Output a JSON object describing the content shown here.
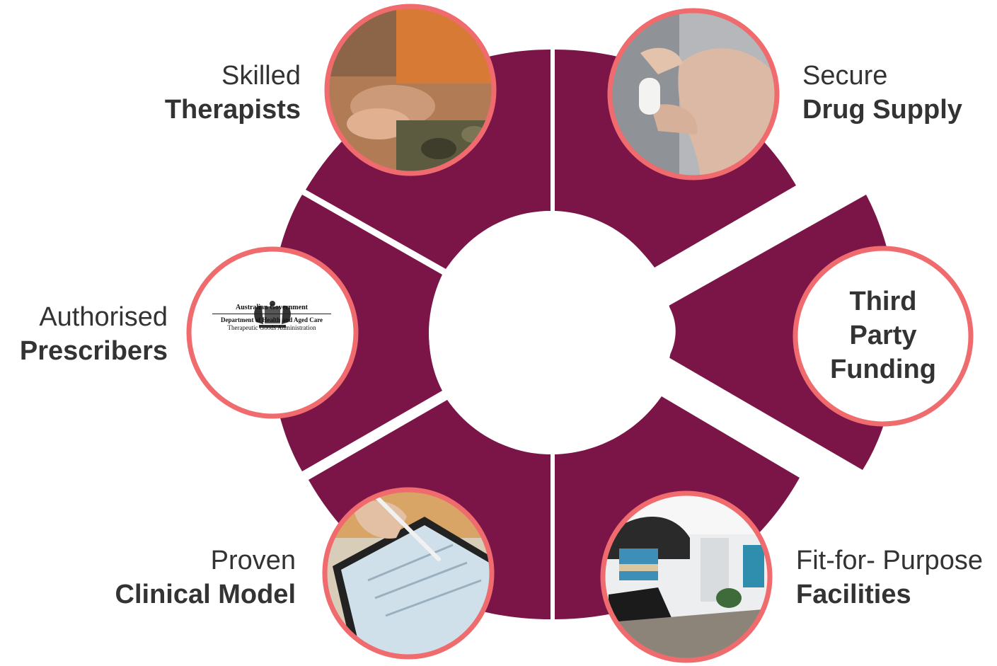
{
  "colors": {
    "segment": "#7c1547",
    "ring": "#ef6b6e",
    "text": "#333333"
  },
  "segments": [
    {
      "id": "skilled-therapists",
      "line1": "Skilled",
      "line2": "Therapists",
      "photo": "clasped-hands-photo"
    },
    {
      "id": "secure-drug-supply",
      "line1": "Secure",
      "line2": "Drug Supply",
      "photo": "capsule-in-fingers-photo"
    },
    {
      "id": "authorised-prescribers",
      "line1": "Authorised",
      "line2": "Prescribers",
      "photo": "government-logo"
    },
    {
      "id": "third-party-funding",
      "lines": [
        "Third",
        "Party",
        "Funding"
      ]
    },
    {
      "id": "proven-clinical-model",
      "line1": "Proven",
      "line2": "Clinical Model",
      "photo": "tablet-stylus-photo"
    },
    {
      "id": "fit-for-purpose-facilities",
      "line1": "Fit-for- Purpose",
      "line2": "Facilities",
      "photo": "clinic-hallway-photo"
    }
  ],
  "logo": {
    "line1": "Australian Government",
    "line2": "Department of Health and Aged Care",
    "line3": "Therapeutic Goods Administration"
  }
}
